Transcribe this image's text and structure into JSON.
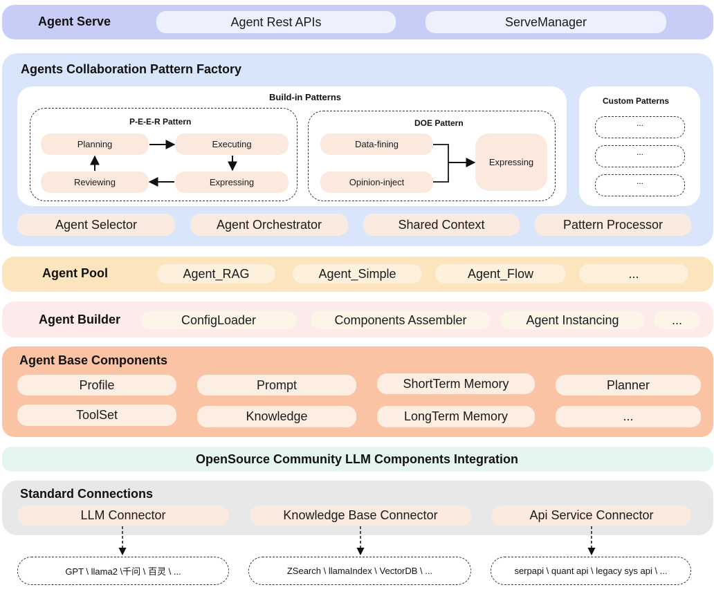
{
  "colors": {
    "serve_bg": "#c8cdf7",
    "factory_bg": "#d9e5fb",
    "pool_bg": "#fce4bd",
    "builder_bg": "#fdeaea",
    "base_bg": "#fac4a4",
    "opensource_bg": "#e5f5f1",
    "standard_bg": "#e8e8e8",
    "pill_light": "#fbeadf",
    "serve_pill": "#eef1fd",
    "pool_pill": "#fdf1de",
    "builder_pill": "#fef5e9",
    "base_pill": "#fdeee4"
  },
  "agent_serve": {
    "title": "Agent Serve",
    "items": [
      "Agent Rest APIs",
      "ServeManager"
    ]
  },
  "factory": {
    "title": "Agents Collaboration Pattern Factory",
    "build_in_title": "Build-in Patterns",
    "peer": {
      "title": "P-E-E-R Pattern",
      "planning": "Planning",
      "executing": "Executing",
      "reviewing": "Reviewing",
      "expressing": "Expressing"
    },
    "doe": {
      "title": "DOE Pattern",
      "data_fining": "Data-fining",
      "opinion_inject": "Opinion-inject",
      "expressing": "Expressing"
    },
    "custom": {
      "title": "Custom Patterns",
      "items": [
        "...",
        "...",
        "..."
      ]
    },
    "components": [
      "Agent Selector",
      "Agent Orchestrator",
      "Shared Context",
      "Pattern Processor"
    ]
  },
  "agent_pool": {
    "title": "Agent Pool",
    "items": [
      "Agent_RAG",
      "Agent_Simple",
      "Agent_Flow",
      "..."
    ]
  },
  "agent_builder": {
    "title": "Agent Builder",
    "items": [
      "ConfigLoader",
      "Components Assembler",
      "Agent Instancing",
      "..."
    ]
  },
  "base_components": {
    "title": "Agent Base Components",
    "row1": [
      "Profile",
      "Prompt",
      "ShortTerm Memory",
      "Planner"
    ],
    "row2": [
      "ToolSet",
      "Knowledge",
      "LongTerm Memory",
      "..."
    ]
  },
  "opensource": {
    "title": "OpenSource Community LLM Components Integration"
  },
  "standard": {
    "title": "Standard Connections",
    "connectors": [
      "LLM Connector",
      "Knowledge Base Connector",
      "Api Service Connector"
    ],
    "sources": [
      "GPT \\ llama2 \\千问 \\ 百灵 \\ ...",
      "ZSearch \\ llamaIndex \\ VectorDB \\ ...",
      "serpapi \\ quant api \\ legacy sys api \\  ..."
    ]
  }
}
